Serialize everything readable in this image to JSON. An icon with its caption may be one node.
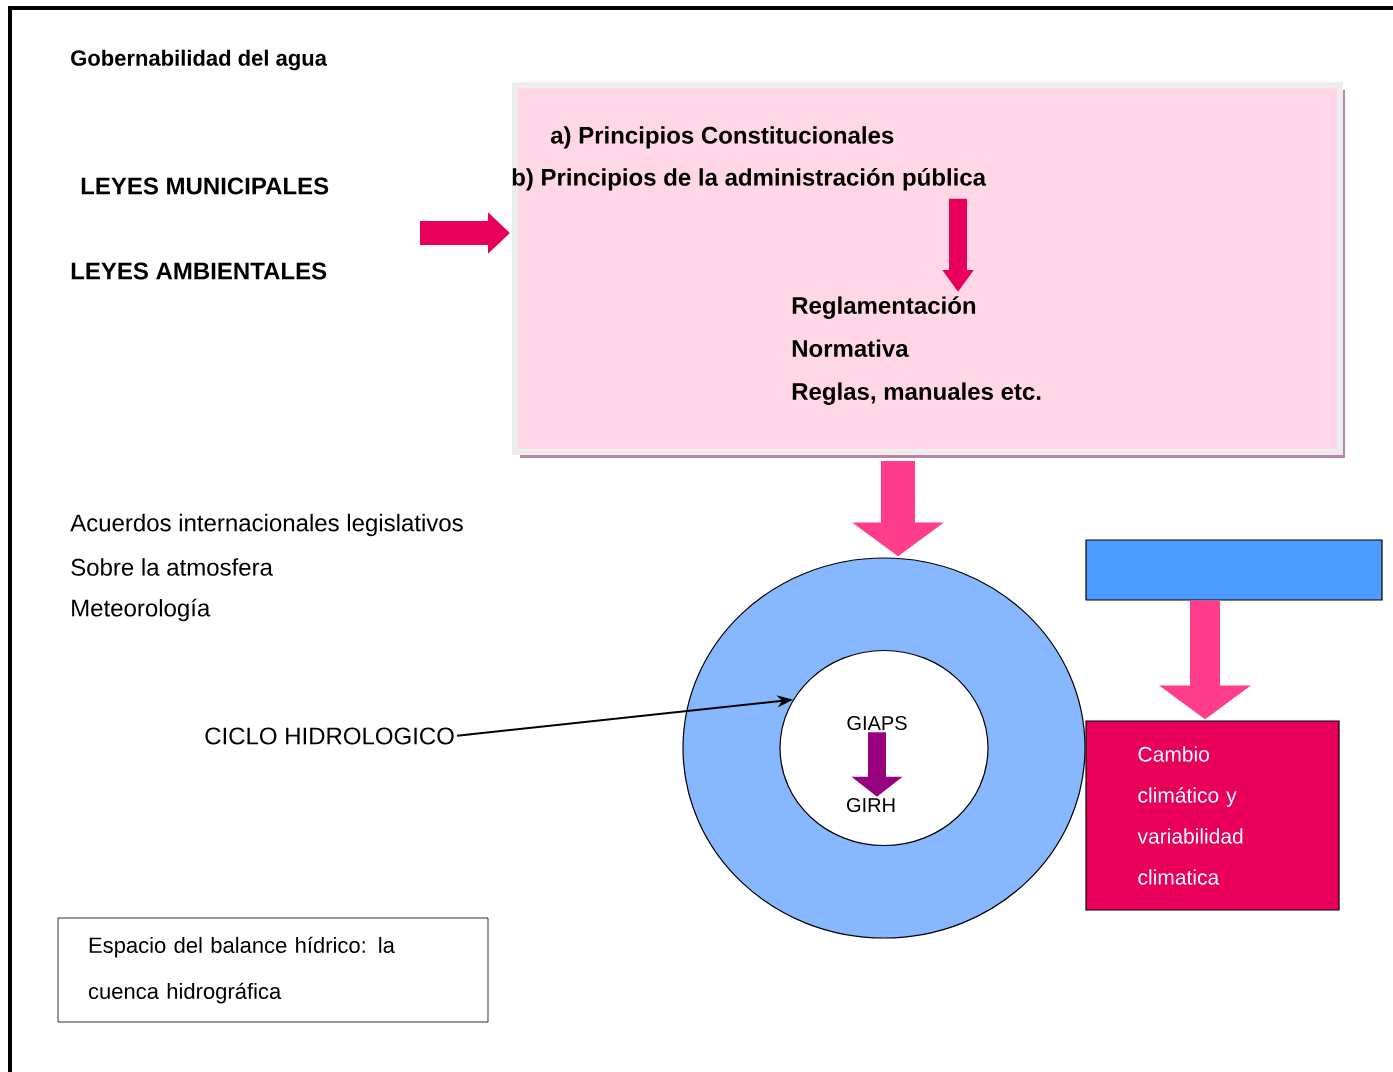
{
  "diagram": {
    "title": "Gobernabilidad del agua",
    "nodes": [
      {
        "text": [],
        "shape": "box"
      },
      {
        "text": [
          "a) Principios Constitucionales",
          "b) Principios de la administración pública"
        ],
        "in": 0
      },
      {
        "text": [
          "Reglamentación",
          "Normativa",
          "Reglas, manuales etc."
        ],
        "in": 0
      },
      {
        "text": [],
        "shape": "circle"
      },
      {
        "text": [],
        "shape": "circle",
        "in": 3
      },
      {
        "text": [
          "GIAPS"
        ],
        "in": 4
      },
      {
        "text": [
          "GIRH"
        ],
        "in": 4
      },
      {
        "text": [
          "CICLO HIDROLOGICO"
        ]
      },
      {
        "text": [],
        "shape": "box"
      },
      {
        "text": [
          "Cambio climático y variabilidad climatica"
        ]
      },
      {
        "text": [
          "Espacio del balance hídrico: la cuenca hidrográfica"
        ]
      }
    ],
    "edges": [
      {
        "from": null,
        "to": 0,
        "arrow": "to"
      },
      {
        "from": 1,
        "to": 2,
        "arrow": "to"
      },
      {
        "from": 0,
        "to": 3,
        "arrow": "to",
        "style": "thick"
      },
      {
        "from": 7,
        "to": 4,
        "arrow": "to",
        "color": "#000000"
      },
      {
        "from": 5,
        "to": 6,
        "arrow": "to"
      },
      {
        "from": 8,
        "to": 9,
        "arrow": "to"
      }
    ],
    "labels": [
      "LEYES MUNICIPALES",
      "LEYES AMBIENTALES",
      "Acuerdos internacionales legislativos",
      "Sobre la atmosfera",
      "Meteorología"
    ]
  }
}
